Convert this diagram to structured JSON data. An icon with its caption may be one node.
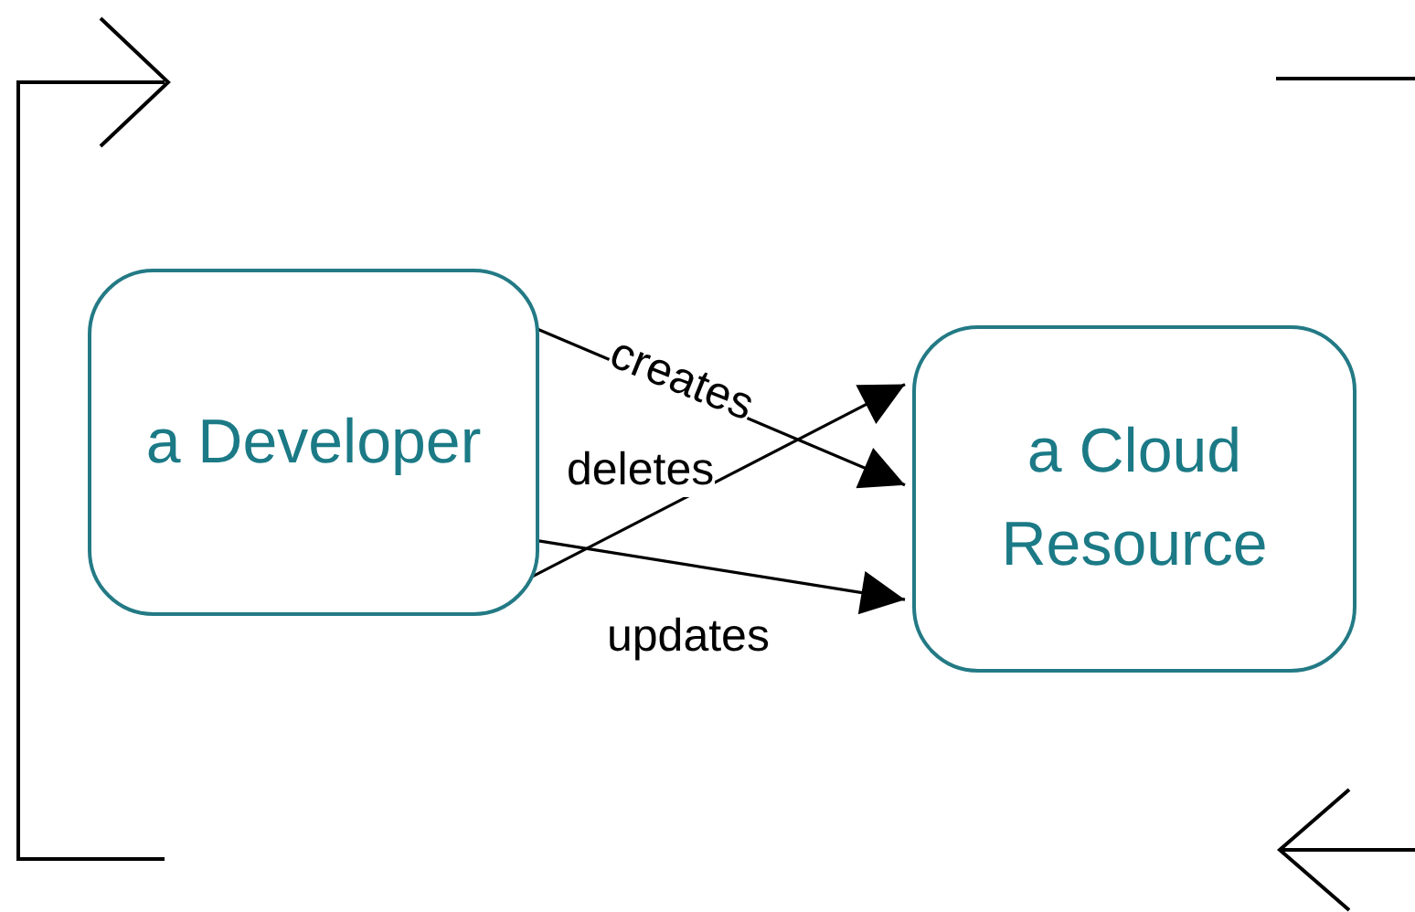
{
  "diagram": {
    "nodes": [
      {
        "text": [
          "a Developer"
        ]
      },
      {
        "text": [
          "a Cloud Resource"
        ]
      }
    ],
    "edges": [
      {
        "from": 0,
        "to": 1,
        "arrow": "to",
        "label": "creates"
      },
      {
        "from": 0,
        "to": 1,
        "arrow": "to",
        "label": "deletes"
      },
      {
        "from": 0,
        "to": 1,
        "arrow": "to",
        "label": "updates"
      }
    ]
  }
}
